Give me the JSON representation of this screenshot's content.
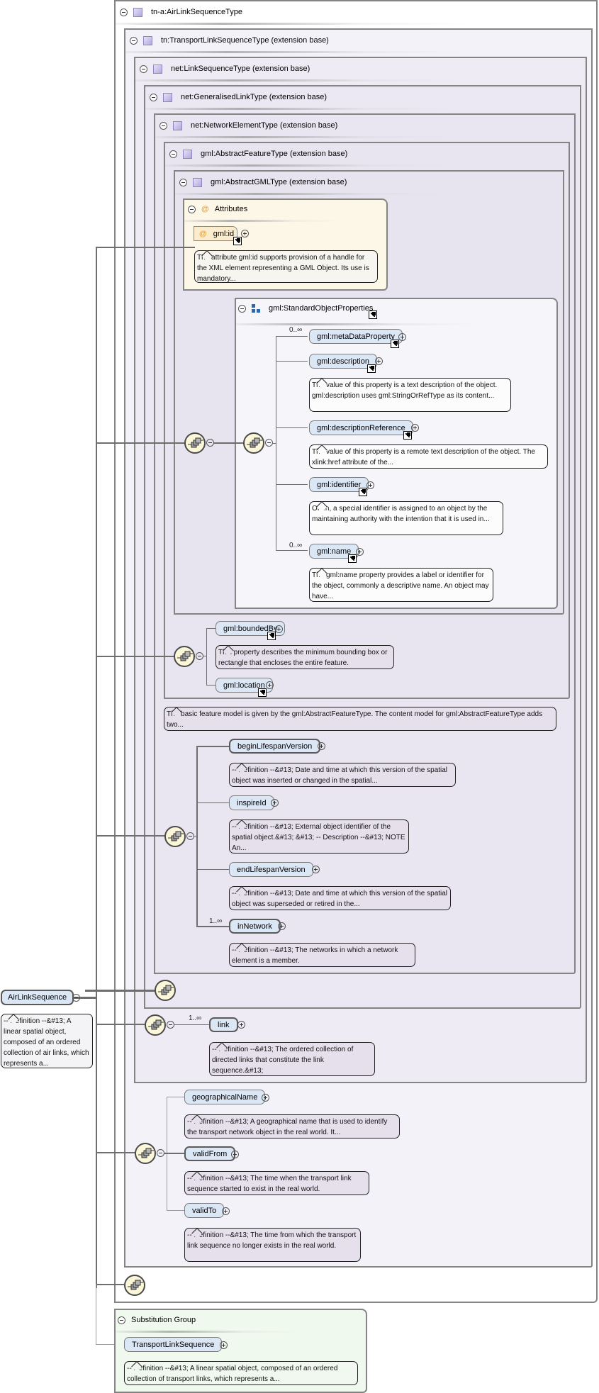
{
  "root_type": {
    "label": "tn-a:AirLinkSequenceType",
    "bases": [
      "tn:TransportLinkSequenceType (extension base)",
      "net:LinkSequenceType (extension base)",
      "net:GeneralisedLinkType (extension base)",
      "net:NetworkElementType (extension base)",
      "gml:AbstractFeatureType (extension base)",
      "gml:AbstractGMLType (extension base)"
    ]
  },
  "attributes": {
    "label": "Attributes",
    "items": [
      {
        "name": "gml:id",
        "doc": "The attribute gml:id supports provision of a handle for the XML element representing a GML Object. Its use is mandatory..."
      }
    ]
  },
  "standard_object_properties": {
    "label": "gml:StandardObjectProperties",
    "elements": [
      {
        "name": "gml:metaDataProperty",
        "cardinality": "0..∞",
        "doc": ""
      },
      {
        "name": "gml:description",
        "cardinality": "",
        "doc": "The value of this property is a text description of the object. gml:description uses gml:StringOrRefType as its content..."
      },
      {
        "name": "gml:descriptionReference",
        "cardinality": "",
        "doc": "The value of this property is a remote text description of the object. The xlink:href attribute of the..."
      },
      {
        "name": "gml:identifier",
        "cardinality": "",
        "doc": "Often, a special identifier is assigned to an object by the maintaining authority with the intention that it is used in..."
      },
      {
        "name": "gml:name",
        "cardinality": "0..∞",
        "doc": "The gml:name property provides a label or identifier for the object, commonly a descriptive name. An object may have..."
      }
    ]
  },
  "feature_elements": [
    {
      "name": "gml:boundedBy",
      "doc": "This property describes the minimum bounding box or rectangle that encloses the entire feature."
    },
    {
      "name": "gml:location",
      "doc": ""
    }
  ],
  "feature_type_doc": "The basic feature model is given by the gml:AbstractFeatureType. The content model for gml:AbstractFeatureType adds two...",
  "network_element_elements": [
    {
      "name": "beginLifespanVersion",
      "cardinality": "",
      "doc": "-- Definition --&#13; Date and time at which this version of the spatial object was inserted or changed in the spatial..."
    },
    {
      "name": "inspireId",
      "cardinality": "",
      "doc": "-- Definition --&#13; External object identifier of the spatial object.&#13; &#13; -- Description --&#13; NOTE An..."
    },
    {
      "name": "endLifespanVersion",
      "cardinality": "",
      "doc": "-- Definition --&#13; Date and time at which this version of the spatial object was superseded or retired in the..."
    },
    {
      "name": "inNetwork",
      "cardinality": "1..∞",
      "doc": "-- Definition --&#13; The networks in which a network element is a member."
    }
  ],
  "link_sequence_elements": [
    {
      "name": "link",
      "cardinality": "1..∞",
      "doc": "-- Definition --&#13; The ordered collection of directed links that constitute the link sequence.&#13;"
    }
  ],
  "transport_elements": [
    {
      "name": "geographicalName",
      "doc": "-- Definition --&#13; A geographical name that is used to identify the transport network object in the real world. It..."
    },
    {
      "name": "validFrom",
      "doc": "-- Definition --&#13; The time when the transport link sequence started to exist in the real world."
    },
    {
      "name": "validTo",
      "doc": "-- Definition --&#13; The time from which the transport link sequence no longer exists in the real world."
    }
  ],
  "root_element": {
    "name": "AirLinkSequence",
    "doc": "-- Definition --&#13; A linear spatial object, composed of an ordered collection of air links, which represents a..."
  },
  "substitution_group": {
    "label": "Substitution Group",
    "element": "TransportLinkSequence",
    "doc": "-- Definition --&#13; A linear spatial object, composed of an ordered collection of transport links, which represents a..."
  },
  "colors": {
    "element_fill": "#dce7f6",
    "annotation_fill": "#e6e0ec",
    "attribute_fill": "#fdf7e8",
    "substitution_fill": "#f0f9ee",
    "compositor_fill": "#fbf7d8",
    "border": "#848484"
  }
}
